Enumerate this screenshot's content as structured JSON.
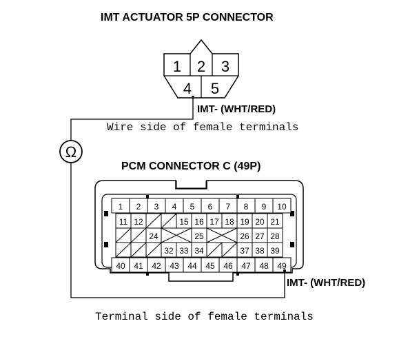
{
  "actuator": {
    "title": "IMT ACTUATOR 5P CONNECTOR",
    "terminals": [
      "1",
      "2",
      "3",
      "4",
      "5"
    ],
    "wire_label": "IMT- (WHT/RED)",
    "side_note": "Wire side of female terminals"
  },
  "meter": {
    "symbol": "Ω"
  },
  "pcm": {
    "title": "PCM CONNECTOR C (49P)",
    "wire_label": "IMT- (WHT/RED)",
    "side_note": "Terminal side of female terminals",
    "rows": [
      [
        "1",
        "2",
        "3",
        "4",
        "5",
        "6",
        "7",
        "8",
        "9",
        "10"
      ],
      [
        "11",
        "12",
        "",
        "",
        "15",
        "16",
        "17",
        "18",
        "19",
        "20",
        "21"
      ],
      [
        "",
        "",
        "24",
        "",
        "25",
        "",
        "26",
        "27",
        "28"
      ],
      [
        "",
        "",
        "",
        "32",
        "33",
        "34",
        "",
        "",
        "37",
        "38",
        "39"
      ],
      [
        "40",
        "41",
        "42",
        "43",
        "44",
        "45",
        "46",
        "47",
        "48",
        "49"
      ]
    ]
  }
}
